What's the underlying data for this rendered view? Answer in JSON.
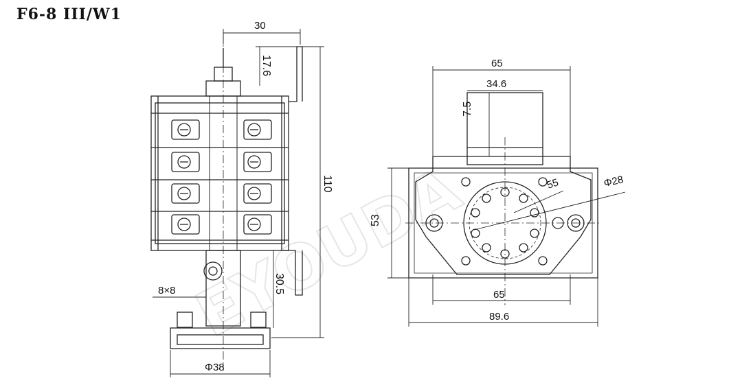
{
  "title": "F6-8 III/W1",
  "watermark": "EYOUDA",
  "side_view": {
    "dim_width_top": "30",
    "dim_shaft_height": "17.6",
    "dim_total_height": "110",
    "dim_lower_height": "30.5",
    "dim_square": "8×8",
    "dim_base_diameter": "Φ38"
  },
  "front_view": {
    "dim_top_width": "65",
    "dim_top_inner": "34.6",
    "dim_top_depth": "7.5",
    "dim_bolt_circle": "55",
    "dim_hole_diameter": "Φ28",
    "dim_height": "53",
    "dim_mid_width": "65",
    "dim_total_width": "89.6"
  }
}
